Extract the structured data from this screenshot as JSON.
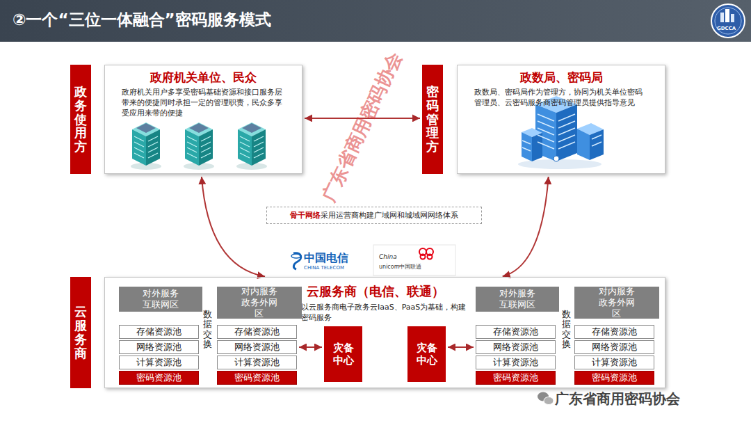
{
  "diagram": {
    "title": "②一个“三位一体融合”密码服务模式",
    "nodes": [
      {
        "text": [
          "政务使用方"
        ]
      },
      {
        "text": [
          "政府机关单位、民众",
          "政府机关用户多享受密码基础资源和接口服务层带来的便捷同时承担一定的管理职责，民众多享受应用来带的便捷"
        ]
      },
      {
        "text": [
          "密码管理方"
        ]
      },
      {
        "text": [
          "政数局、密码局",
          "政数局、密码局作为管理方，协同为机关单位密码管理员、云密码服务商密码管理员提供指导意见"
        ]
      },
      {
        "text": [
          "骨干网络",
          "采用运营商构建广域网和城域网网络体系"
        ]
      },
      {
        "text": [
          "云服务商"
        ]
      },
      {
        "text": [
          "云服务商（电信、联通）",
          "以云服务商电子政务云IaaS、PaaS为基础，构建密码服务"
        ]
      },
      {
        "text": [
          "对外服务 互联网区"
        ],
        "in": 6
      },
      {
        "text": [
          "对内服务 政务外网区"
        ],
        "in": 6
      },
      {
        "text": [
          "存储资源池"
        ],
        "in": 6
      },
      {
        "text": [
          "网络资源池"
        ],
        "in": 6
      },
      {
        "text": [
          "计算资源池"
        ],
        "in": 6
      },
      {
        "text": [
          "密码资源池"
        ],
        "in": 6
      },
      {
        "text": [
          "存储资源池"
        ],
        "in": 6
      },
      {
        "text": [
          "网络资源池"
        ],
        "in": 6
      },
      {
        "text": [
          "计算资源池"
        ],
        "in": 6
      },
      {
        "text": [
          "密码资源池"
        ],
        "in": 6
      },
      {
        "text": [
          "灾备中心"
        ],
        "in": 6
      },
      {
        "text": [
          "灾备中心"
        ],
        "in": 6
      },
      {
        "text": [
          "对外服务 互联网区"
        ],
        "in": 6
      },
      {
        "text": [
          "对内服务 政务外网区"
        ],
        "in": 6
      },
      {
        "text": [
          "存储资源池"
        ],
        "in": 6
      },
      {
        "text": [
          "网络资源池"
        ],
        "in": 6
      },
      {
        "text": [
          "计算资源池"
        ],
        "in": 6
      },
      {
        "text": [
          "密码资源池"
        ],
        "in": 6
      },
      {
        "text": [
          "存储资源池"
        ],
        "in": 6
      },
      {
        "text": [
          "网络资源池"
        ],
        "in": 6
      },
      {
        "text": [
          "计算资源池"
        ],
        "in": 6
      },
      {
        "text": [
          "密码资源池"
        ],
        "in": 6
      }
    ],
    "edges": [
      {
        "from": 1,
        "to": 6,
        "arrow": "both"
      },
      {
        "from": 3,
        "to": 6,
        "arrow": "both"
      },
      {
        "from": 1,
        "to": 2,
        "arrow": "both"
      },
      {
        "from": 14,
        "to": 17,
        "arrow": "both"
      },
      {
        "from": 18,
        "to": 22,
        "arrow": "both"
      }
    ],
    "labels": [
      "GDCCA",
      "广东省商用密码协会",
      "中国电信",
      "CHINA TELECOM",
      "China",
      "unicom中国联通",
      "数据交换",
      "数据交换",
      "广东省商用密码协会"
    ]
  }
}
